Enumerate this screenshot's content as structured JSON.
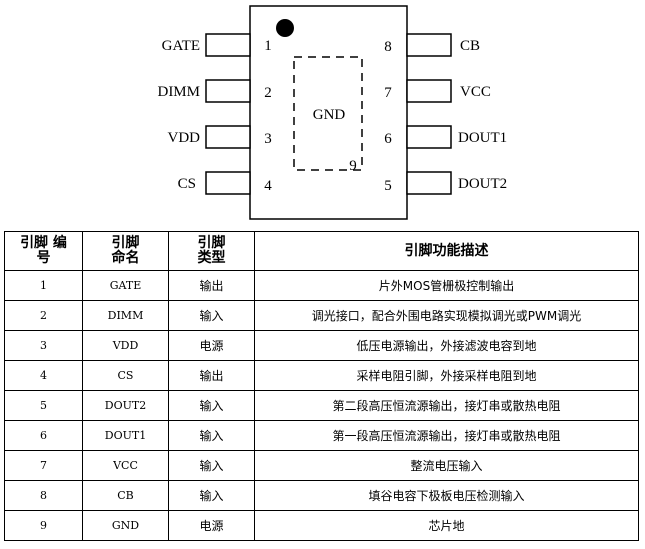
{
  "package": {
    "left_pins": [
      {
        "name": "GATE",
        "number": "1"
      },
      {
        "name": "DIMM",
        "number": "2"
      },
      {
        "name": "VDD",
        "number": "3"
      },
      {
        "name": "CS",
        "number": "4"
      }
    ],
    "right_pins": [
      {
        "name": "CB",
        "number": "8"
      },
      {
        "name": "VCC",
        "number": "7"
      },
      {
        "name": "DOUT1",
        "number": "6"
      },
      {
        "name": "DOUT2",
        "number": "5"
      }
    ],
    "pad_label": "GND",
    "pad_number": "9"
  },
  "table": {
    "headers": [
      {
        "line1": "引脚 编",
        "line2": "号"
      },
      {
        "line1": "引脚",
        "line2": "命名"
      },
      {
        "line1": "引脚",
        "line2": "类型"
      },
      {
        "line1": "引脚功能描述",
        "line2": ""
      }
    ],
    "rows": [
      {
        "num": "1",
        "name": "GATE",
        "type": "输出",
        "desc": "片外MOS管栅极控制输出"
      },
      {
        "num": "2",
        "name": "DIMM",
        "type": "输入",
        "desc": "调光接口，配合外围电路实现模拟调光或PWM调光"
      },
      {
        "num": "3",
        "name": "VDD",
        "type": "电源",
        "desc": "低压电源输出，外接滤波电容到地"
      },
      {
        "num": "4",
        "name": "CS",
        "type": "输出",
        "desc": "采样电阻引脚，外接采样电阻到地"
      },
      {
        "num": "5",
        "name": "DOUT2",
        "type": "输入",
        "desc": "第二段高压恒流源输出，接灯串或散热电阻"
      },
      {
        "num": "6",
        "name": "DOUT1",
        "type": "输入",
        "desc": "第一段高压恒流源输出，接灯串或散热电阻"
      },
      {
        "num": "7",
        "name": "VCC",
        "type": "输入",
        "desc": "整流电压输入"
      },
      {
        "num": "8",
        "name": "CB",
        "type": "输入",
        "desc": "填谷电容下极板电压检测输入"
      },
      {
        "num": "9",
        "name": "GND",
        "type": "电源",
        "desc": "芯片地"
      }
    ]
  }
}
